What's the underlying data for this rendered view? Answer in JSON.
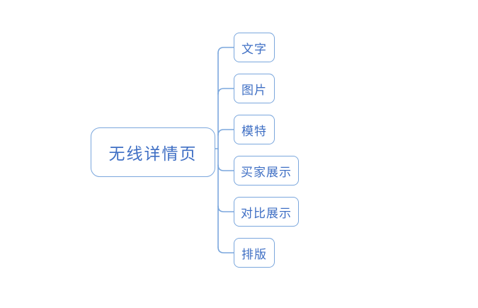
{
  "diagram": {
    "type": "mind-map",
    "orientation": "left-to-right",
    "background_color": "#ffffff",
    "border_color": "#7ba7dd",
    "connector_color": "#7ba7dd",
    "text_color": "#3f6fc4",
    "root": {
      "label": "无线详情页",
      "shape": "rounded-rectangle"
    },
    "children": [
      {
        "label": "文字",
        "shape": "rounded-rectangle"
      },
      {
        "label": "图片",
        "shape": "rounded-rectangle"
      },
      {
        "label": "模特",
        "shape": "rounded-rectangle"
      },
      {
        "label": "买家展示",
        "shape": "rounded-rectangle"
      },
      {
        "label": "对比展示",
        "shape": "rounded-rectangle"
      },
      {
        "label": "排版",
        "shape": "rounded-rectangle"
      }
    ]
  }
}
